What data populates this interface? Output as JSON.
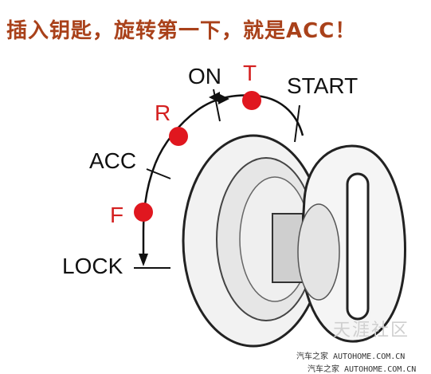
{
  "title": "插入钥匙，旋转第一下，就是ACC！",
  "positions": {
    "on": "ON",
    "t": "T",
    "start": "START",
    "r": "R",
    "acc": "ACC",
    "f": "F",
    "lock": "LOCK"
  },
  "watermark": {
    "site": "天涯社区",
    "line1": "汽车之家 AUTOHOME.COM.CN",
    "line2": "汽车之家 AUTOHOME.COM.CN"
  },
  "colors": {
    "title": "#a9411a",
    "marker": "#e0171f",
    "line": "#111111"
  }
}
